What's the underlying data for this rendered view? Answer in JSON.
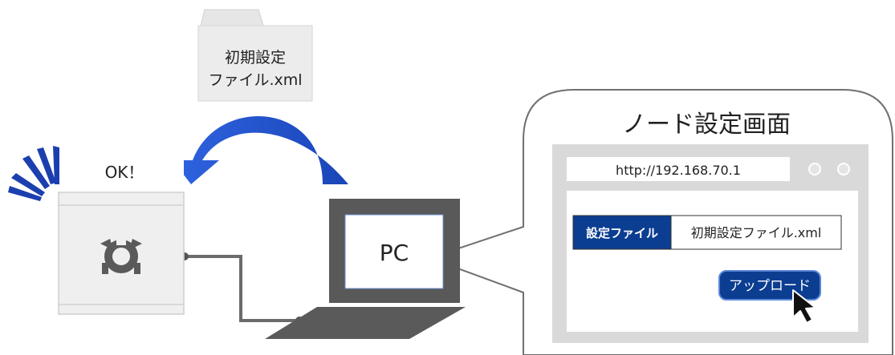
{
  "file": {
    "name_line1": "初期設定",
    "name_line2": "ファイル.xml"
  },
  "device": {
    "status_text": "OK！"
  },
  "pc": {
    "label": "PC"
  },
  "bubble": {
    "title": "ノード設定画面",
    "browser": {
      "url": "http://192.168.70.1",
      "field_label": "設定ファイル",
      "field_value": "初期設定ファイル.xml",
      "upload_button": "アップロード"
    }
  },
  "colors": {
    "arrow_blue": "#1f4fc9",
    "button_blue": "#0b3d91",
    "laptop_gray": "#595959",
    "device_gray": "#efefef"
  }
}
